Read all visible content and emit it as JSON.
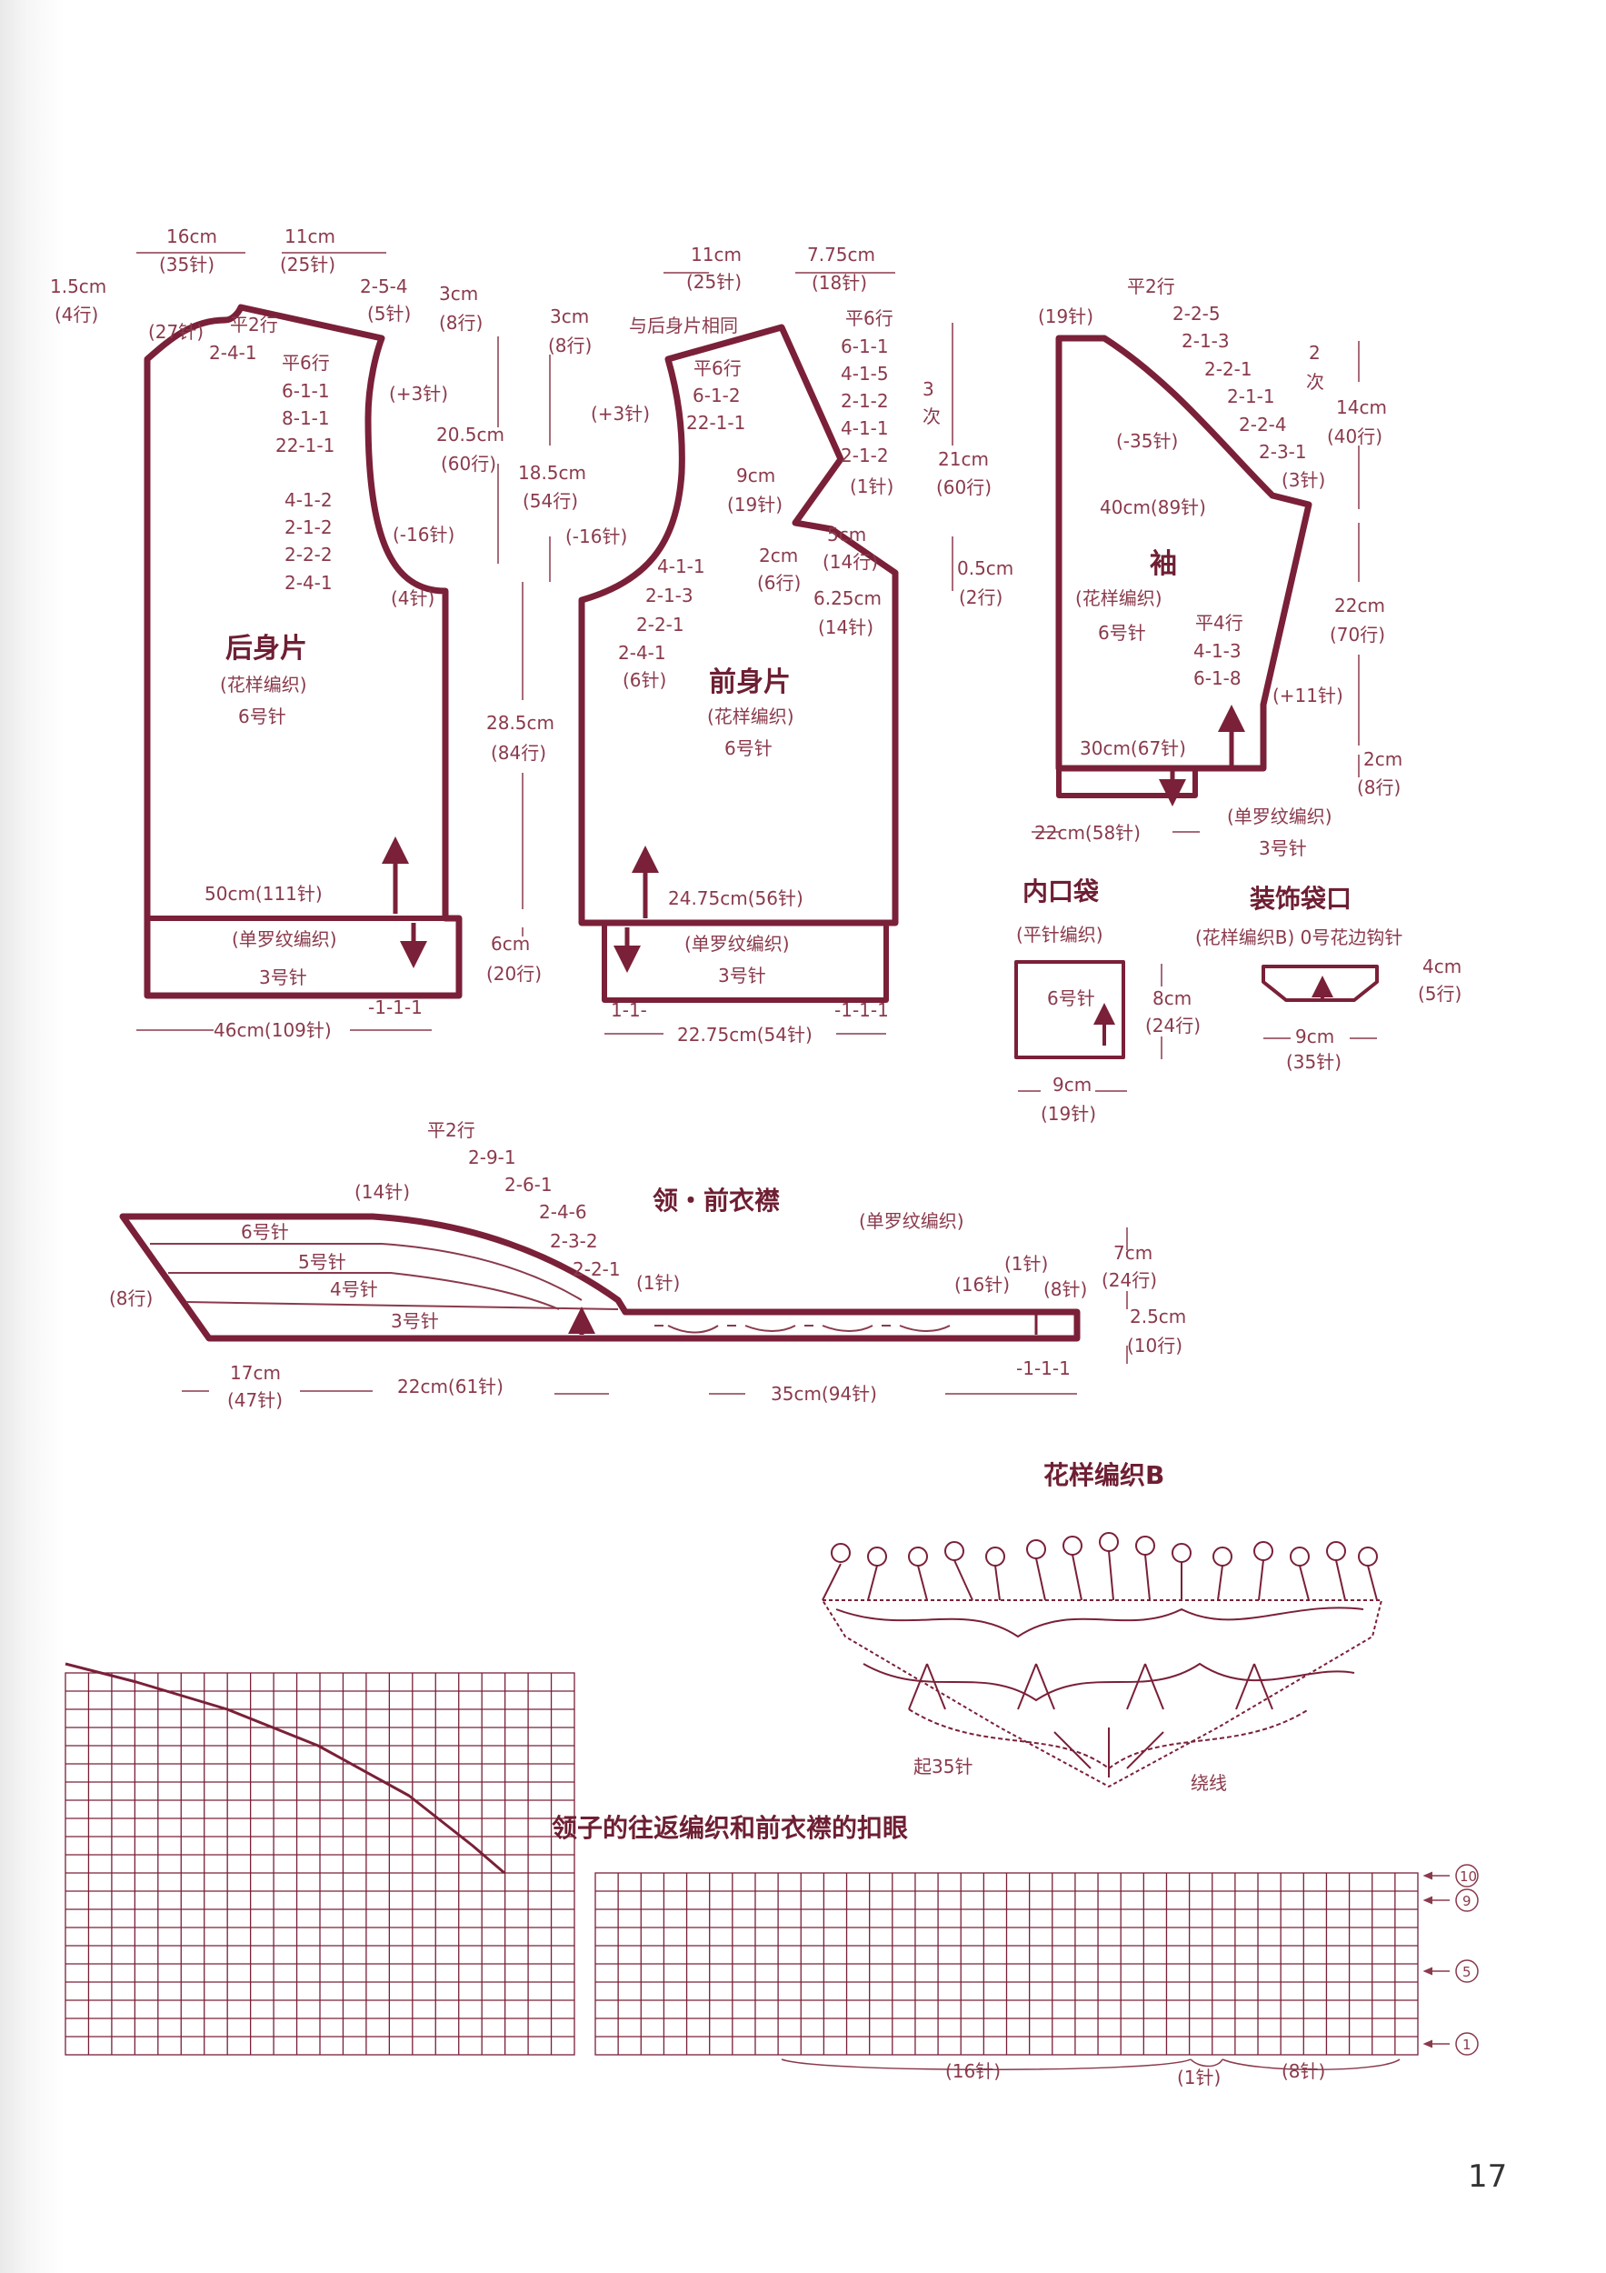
{
  "page_number": "17",
  "back": {
    "title": "后身片",
    "pattern": "(花样编织)",
    "needle": "6号针",
    "ribbing": "(单罗纹编织)",
    "rib_needle": "3号针",
    "w_16": "16cm",
    "st_35": "(35针)",
    "w_11": "11cm",
    "st_25": "(25针)",
    "h_15": "1.5cm",
    "r_4": "(4行)",
    "st_27": "(27针)",
    "flat2": "平2行",
    "dec241": "2-4-1",
    "sh254": "2-5-4",
    "st_5": "(5针)",
    "h_3": "3cm",
    "r_8": "(8行)",
    "flat6": "平6行",
    "a1": "6-1-1",
    "a2": "8-1-1",
    "a3": "22-1-1",
    "p3": "(+3针)",
    "arm1": "4-1-2",
    "arm2": "2-1-2",
    "arm3": "2-2-2",
    "arm4": "2-4-1",
    "m16": "(-16针)",
    "st_4": "(4针)",
    "w_50": "50cm(111针)",
    "w_46": "46cm(109针)",
    "rib_mark": "-1-1-1"
  },
  "center": {
    "h_205": "20.5cm",
    "r_60": "(60行)",
    "h_185": "18.5cm",
    "r_54": "(54行)",
    "m16": "(-16针)",
    "h_285": "28.5cm",
    "r_84": "(84行)",
    "h_6": "6cm",
    "r_20": "(20行)"
  },
  "front": {
    "title": "前身片",
    "pattern": "(花样编织)",
    "needle": "6号针",
    "ribbing": "(单罗纹编织)",
    "rib_needle": "3号针",
    "w_11": "11cm",
    "st_25": "(25针)",
    "w_775": "7.75cm",
    "st_18": "(18针)",
    "h_3": "3cm",
    "r_8": "(8行)",
    "same_back": "与后身片相同",
    "flat6a": "平6行",
    "f1": "6-1-2",
    "f2": "22-1-1",
    "p3": "(+3针)",
    "flat6b": "平6行",
    "n1": "6-1-1",
    "n2": "4-1-5",
    "n3": "2-1-2",
    "n4": "4-1-1",
    "n5": "2-1-2",
    "three": "3",
    "times": "次",
    "st_1": "(1针)",
    "h_21": "21cm",
    "r_60": "(60行)",
    "w_9": "9cm",
    "st_19": "(19针)",
    "h_5": "5cm",
    "r_14": "(14行)",
    "h_2": "2cm",
    "r_6": "(6行)",
    "h_625": "6.25cm",
    "st_14": "(14针)",
    "h_05": "0.5cm",
    "r_2": "(2行)",
    "arm1": "4-1-1",
    "arm2": "2-1-3",
    "arm3": "2-2-1",
    "arm4": "2-4-1",
    "st_6": "(6针)",
    "w_2475": "24.75cm(56针)",
    "w_2275": "22.75cm(54针)",
    "rib_left": "1-1-",
    "rib_right": "-1-1-1"
  },
  "sleeve": {
    "title": "袖",
    "pattern": "(花样编织)",
    "needle": "6号针",
    "ribbing": "(单罗纹编织)",
    "rib_needle": "3号针",
    "st_19": "(19针)",
    "flat2": "平2行",
    "c1": "2-2-5",
    "c2": "2-1-3",
    "c3": "2-2-1",
    "c4": "2-1-1",
    "c5": "2-2-4",
    "c6": "2-3-1",
    "two": "2",
    "times": "次",
    "m35": "(-35针)",
    "h_14": "14cm",
    "r_40": "(40行)",
    "st_3": "(3针)",
    "w_40": "40cm(89针)",
    "h_22": "22cm",
    "r_70": "(70行)",
    "flat4": "平4行",
    "s1": "4-1-3",
    "s2": "6-1-8",
    "p11": "(+11针)",
    "w_30": "30cm(67针)",
    "h_2": "2cm",
    "r_8": "(8行)",
    "w_22": "22cm(58针)"
  },
  "inner_pocket": {
    "title": "内口袋",
    "pattern": "(平针编织)",
    "needle": "6号针",
    "h_8": "8cm",
    "r_24": "(24行)",
    "w_9": "9cm",
    "st_19": "(19针)"
  },
  "deco_pocket": {
    "title": "装饰袋口",
    "pattern": "(花样编织B) 0号花边钩针",
    "h_4": "4cm",
    "r_5": "(5行)",
    "w_9": "9cm",
    "st_35": "(35针)"
  },
  "collar": {
    "title": "领・前衣襟",
    "ribbing": "(单罗纹编织)",
    "flat2": "平2行",
    "c1": "2-9-1",
    "c2": "2-6-1",
    "c3": "2-4-6",
    "c4": "2-3-2",
    "c5": "2-2-1",
    "st_14": "(14针)",
    "st_1a": "(1针)",
    "needle6": "6号针",
    "needle5": "5号针",
    "needle4": "4号针",
    "needle3": "3号针",
    "r_8": "(8行)",
    "st_1b": "(1针)",
    "st_16": "(16针)",
    "st_8": "(8针)",
    "h_7": "7cm",
    "r_24": "(24行)",
    "h_25": "2.5cm",
    "r_10": "(10行)",
    "w_17": "17cm",
    "st_47": "(47针)",
    "w_22": "22cm(61针)",
    "w_35": "35cm(94针)",
    "rib_mark": "-1-1-1"
  },
  "pattern_b": {
    "title": "花样编织B",
    "start": "起35针",
    "wrap": "绕线"
  },
  "chart": {
    "title": "领子的往返编织和前衣襟的扣眼",
    "st_16": "(16针)",
    "st_1": "(1针)",
    "st_8": "(8针)",
    "row_10": "10",
    "row_9": "9",
    "row_5": "5",
    "row_1": "1"
  }
}
